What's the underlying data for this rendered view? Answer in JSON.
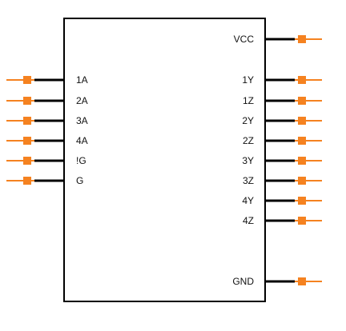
{
  "colors": {
    "body_outline": "#000000",
    "body_fill": "#ffffff",
    "lead": "#000000",
    "pin_stub": "#f58220",
    "pin_marker": "#f58220",
    "label": "#111111"
  },
  "component": {
    "left_pins": [
      "1A",
      "2A",
      "3A",
      "4A",
      "!G",
      "G"
    ],
    "right_pins": [
      "VCC",
      "1Y",
      "1Z",
      "2Y",
      "2Z",
      "3Y",
      "3Z",
      "4Y",
      "4Z",
      "GND"
    ]
  }
}
